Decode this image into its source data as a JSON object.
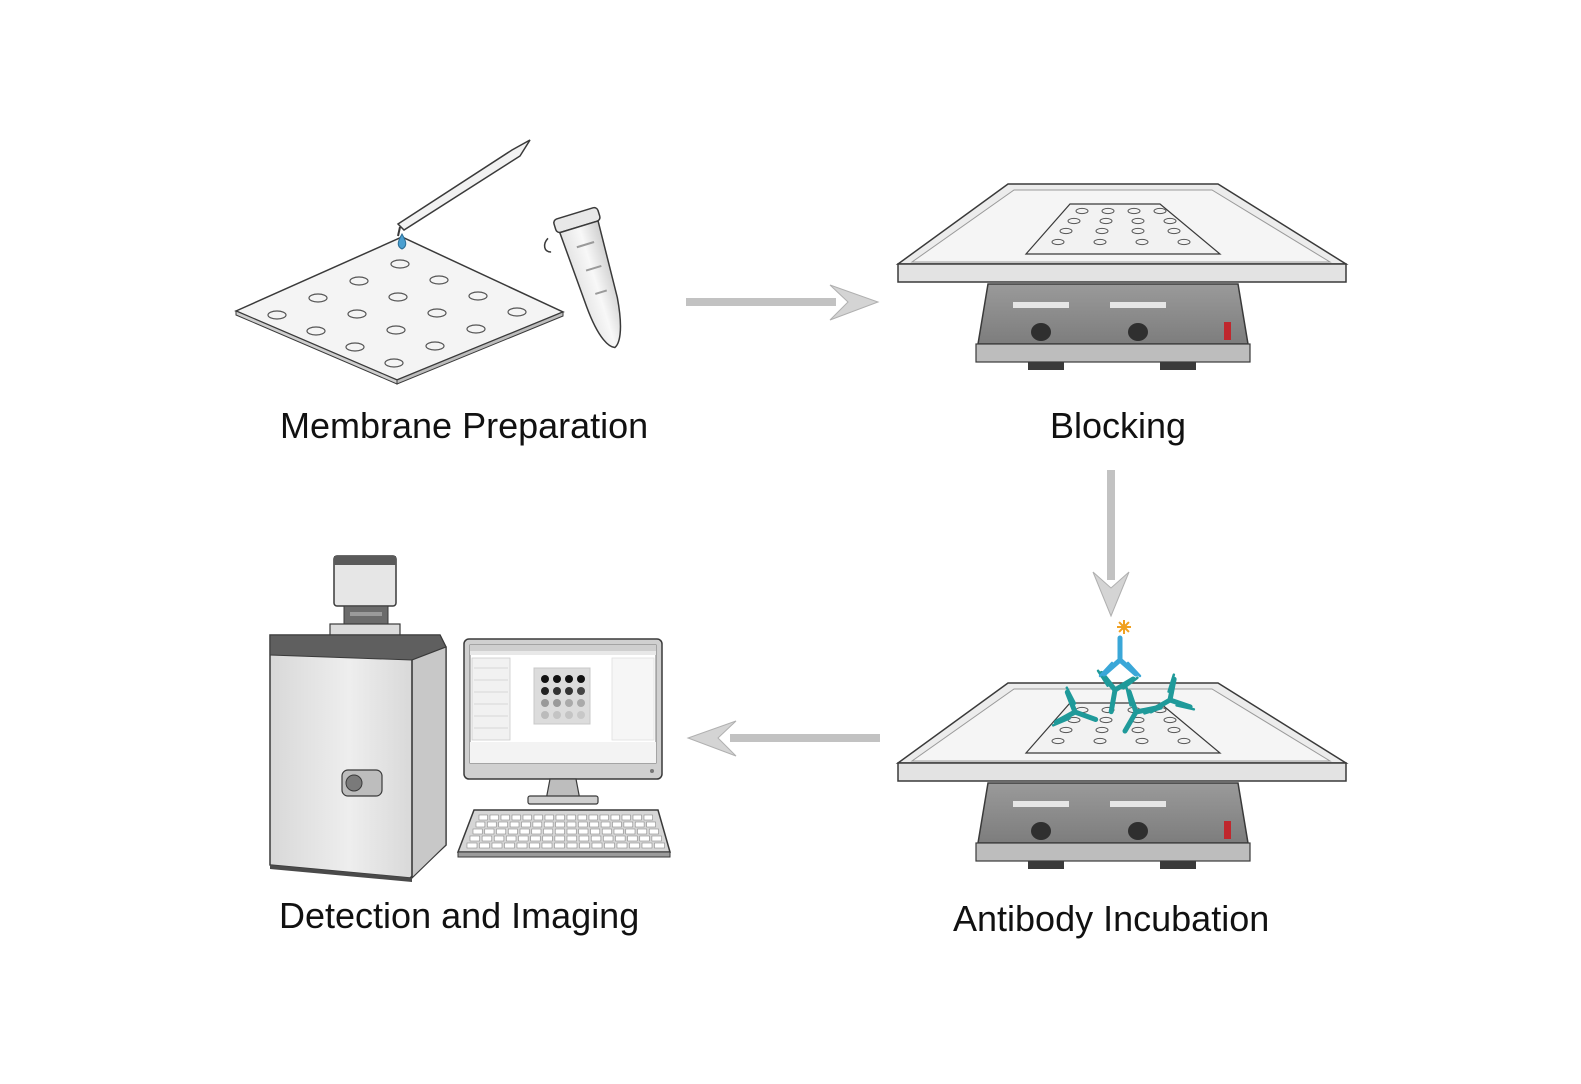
{
  "diagram": {
    "steps": [
      {
        "id": "membrane",
        "label": "Membrane Preparation"
      },
      {
        "id": "blocking",
        "label": "Blocking"
      },
      {
        "id": "antibody",
        "label": "Antibody Incubation"
      },
      {
        "id": "detection",
        "label": "Detection and Imaging"
      }
    ],
    "flow": [
      "membrane",
      "blocking",
      "antibody",
      "detection"
    ],
    "colors": {
      "arrow": "#c2c2c2",
      "outline": "#3a3a3a",
      "membrane": "#f2f2f2",
      "shaker_body": "#8e8e8e",
      "shaker_tray": "#ececec",
      "antibody_primary": "#1f9a9a",
      "antibody_secondary": "#3aa7d8",
      "label_star": "#f0a020",
      "indicator_red": "#c0272d",
      "droplet": "#4a9fd0"
    },
    "icons": {
      "membrane": "membrane-with-pipette-and-tube-icon",
      "blocking": "shaker-with-membrane-icon",
      "antibody": "shaker-with-antibodies-icon",
      "detection": "imager-and-computer-icon"
    }
  }
}
